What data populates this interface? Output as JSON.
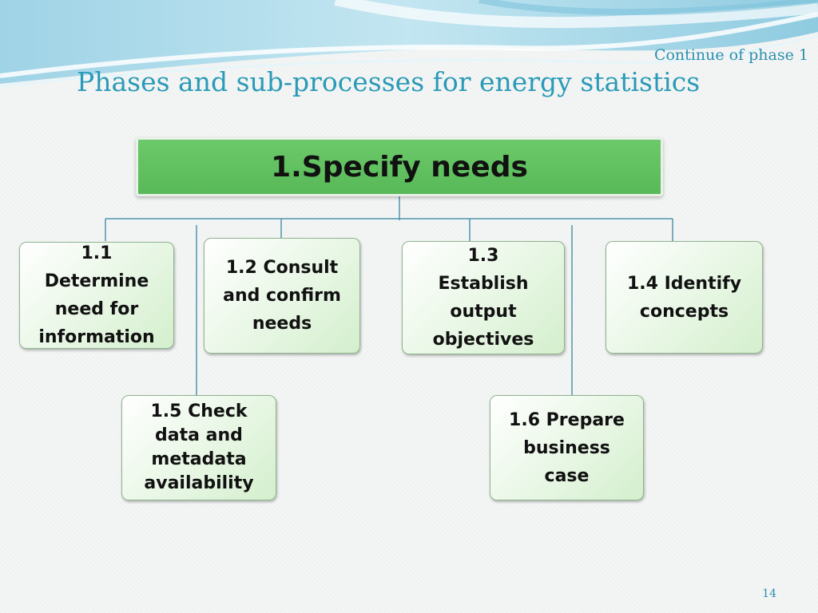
{
  "header": {
    "subtitle": "Continue of phase 1",
    "title": "Phases and sub-processes for energy statistics"
  },
  "diagram": {
    "root": "1.Specify needs",
    "nodes": [
      {
        "id": "1.1",
        "label": "1.1\nDetermine\nneed for\ninformation"
      },
      {
        "id": "1.2",
        "label": "1.2 Consult\nand confirm\nneeds"
      },
      {
        "id": "1.3",
        "label": "1.3\nEstablish\noutput\nobjectives"
      },
      {
        "id": "1.4",
        "label": "1.4 Identify\nconcepts"
      },
      {
        "id": "1.5",
        "label": "1.5  Check\ndata and\nmetadata\navailability"
      },
      {
        "id": "1.6",
        "label": "1.6 Prepare\nbusiness\ncase"
      }
    ],
    "connector_color": "#4f95ad"
  },
  "footer": {
    "page_number": "14"
  }
}
